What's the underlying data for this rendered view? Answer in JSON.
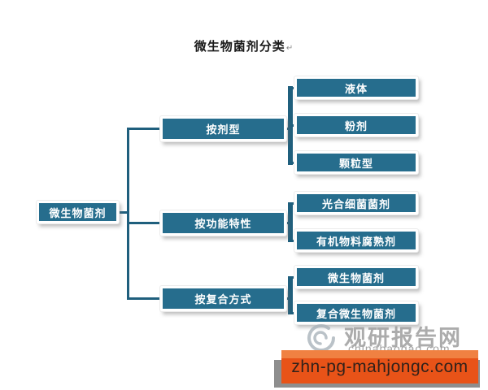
{
  "title": "微生物菌剂分类",
  "title_mark": "↵",
  "colors": {
    "node_fill": "#266d8d",
    "connector": "#1f5f7d",
    "banner_orange": "#e85318",
    "banner_orange_light": "#f08142",
    "banner_shadow_gray": "#8e8e8e",
    "watermark_gray": "#9e9e9e"
  },
  "tree": {
    "root": {
      "label": "微生物菌剂"
    },
    "branches": [
      {
        "label": "按剂型",
        "children": [
          "液体",
          "粉剂",
          "颗粒型"
        ]
      },
      {
        "label": "按功能特性",
        "children": [
          "光合细菌菌剂",
          "有机物料腐熟剂"
        ]
      },
      {
        "label": "按复合方式",
        "children": [
          "微生物菌剂",
          "复合微生物菌剂"
        ]
      }
    ]
  },
  "watermark": {
    "site_name": "观研报告网",
    "site_url": "chinabaogao.com"
  },
  "banner": {
    "text": "zhn-pg-mahjongc.com"
  }
}
